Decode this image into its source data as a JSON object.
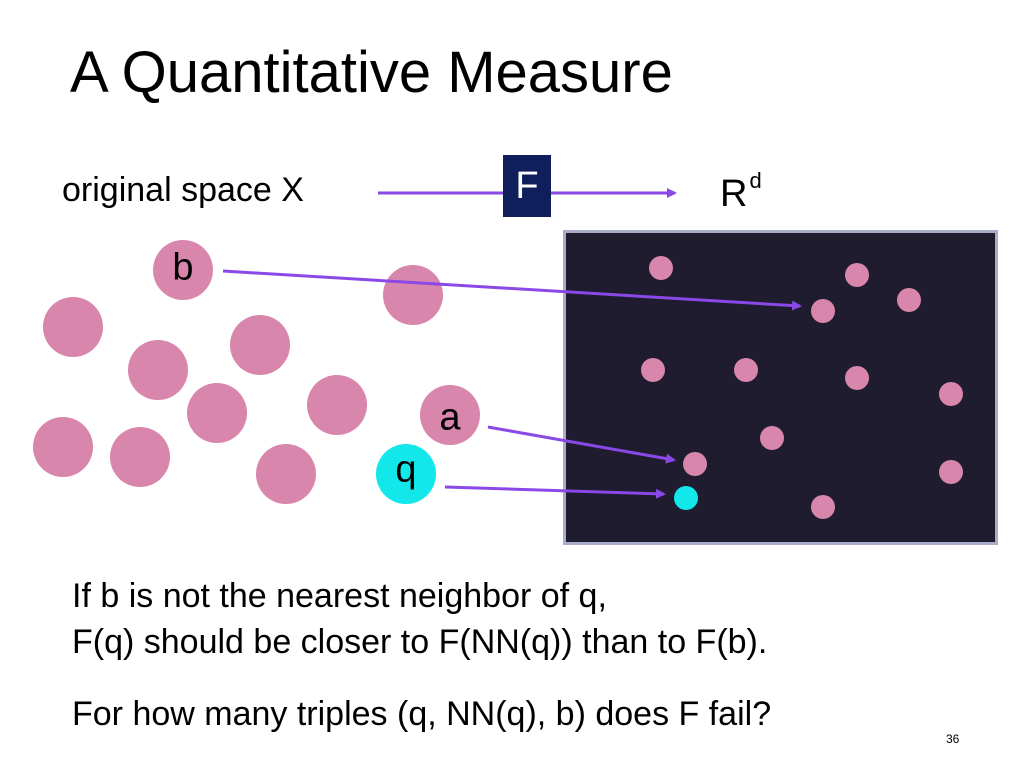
{
  "slide": {
    "title": "A Quantitative Measure",
    "space_label": "original space X",
    "map_label": "F",
    "target_space": "R",
    "target_space_sup": "d",
    "point_labels": {
      "b": "b",
      "a": "a",
      "q": "q"
    },
    "text_line1": "If b is not the nearest neighbor of q,",
    "text_line2": "F(q) should be closer to F(NN(q)) than to F(b).",
    "text_line3": "For how many triples (q, NN(q), b) does F fail?",
    "page_number": "36"
  },
  "colors": {
    "point": "#d986ac",
    "query_point": "#12e8ea",
    "arrow": "#8a49e6",
    "map_box": "#0f1f5c",
    "panel": "#1e1c2e",
    "panel_border": "#a9adca"
  }
}
